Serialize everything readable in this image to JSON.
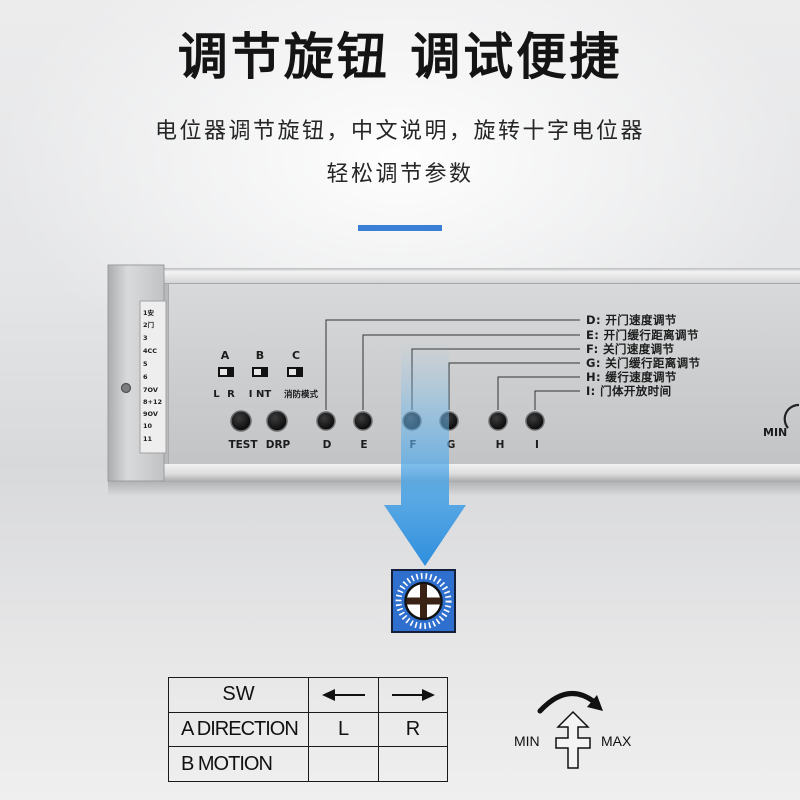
{
  "title": "调节旋钮 调试便捷",
  "subtitle": {
    "line1": "电位器调节旋钮，中文说明，旋转十字电位器",
    "line2": "轻松调节参数"
  },
  "colors": {
    "accent_bar": "#3c7fd6",
    "arrow": "#3f9be2",
    "potentiometer": "#2f6fce",
    "text": "#111111"
  },
  "device": {
    "terminal_labels": [
      "1安",
      "2门",
      "3",
      "4CC",
      "5",
      "6",
      "7OV",
      "8+12",
      "9OV",
      "10",
      "11"
    ],
    "switches": [
      {
        "letter": "A",
        "label": "L R"
      },
      {
        "letter": "B",
        "label": "I NT"
      },
      {
        "letter": "C",
        "label": "消防模式"
      }
    ],
    "buttons": [
      "TEST",
      "DRP",
      "D",
      "E",
      "F",
      "G",
      "H",
      "I"
    ],
    "legend": [
      "D: 开门速度调节",
      "E: 开门缓行距离调节",
      "F: 关门速度调节",
      "G: 关门缓行距离调节",
      "H: 缓行速度调节",
      "I: 门体开放时间"
    ],
    "knob_label": "MIN"
  },
  "potentiometer_icon": "cross-potentiometer-icon",
  "table": {
    "header": {
      "label": "SW",
      "left_icon": "left-arrow-icon",
      "right_icon": "right-arrow-icon"
    },
    "rows": [
      {
        "label": "A DIRECTION",
        "left": "L",
        "right": "R"
      },
      {
        "label": "B MOTION"
      }
    ]
  },
  "rotation_diagram": {
    "min": "MIN",
    "max": "MAX",
    "icon": "rotate-arrow-icon"
  }
}
